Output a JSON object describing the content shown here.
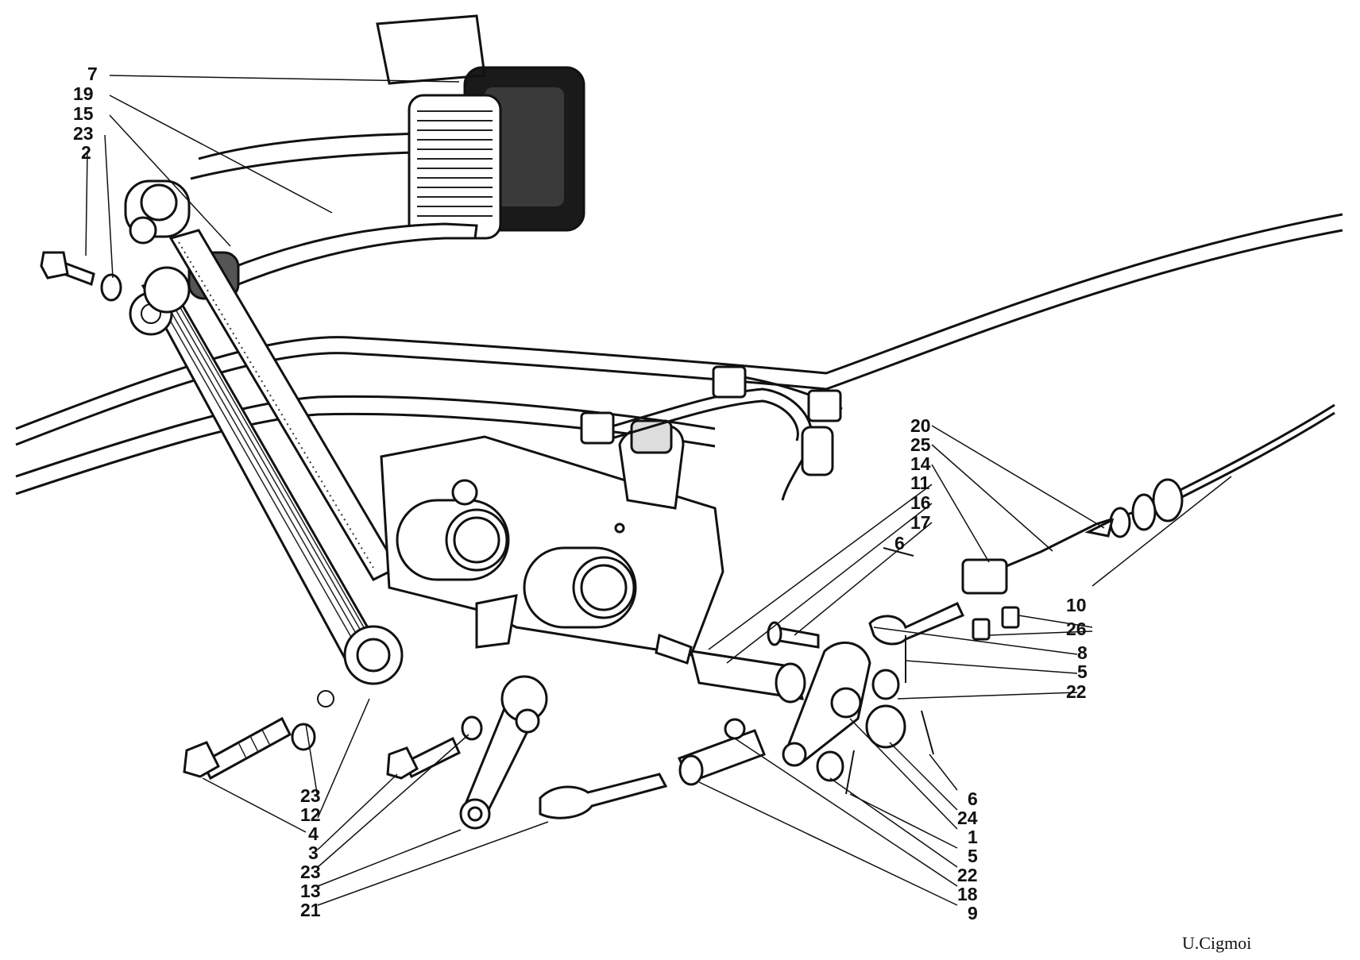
{
  "diagram": {
    "labels_left_top": [
      "7",
      "19",
      "15",
      "23",
      "2"
    ],
    "labels_bottom_left": [
      "23",
      "12",
      "4",
      "3",
      "23",
      "13",
      "21"
    ],
    "labels_right_top": [
      "20",
      "25",
      "14",
      "11",
      "16",
      "17",
      "6"
    ],
    "labels_right_mid": [
      "10",
      "26",
      "8",
      "5",
      "22"
    ],
    "labels_right_bottom": [
      "6",
      "24",
      "1",
      "5",
      "22",
      "18",
      "9"
    ],
    "signature": "U.Cigmoi"
  }
}
